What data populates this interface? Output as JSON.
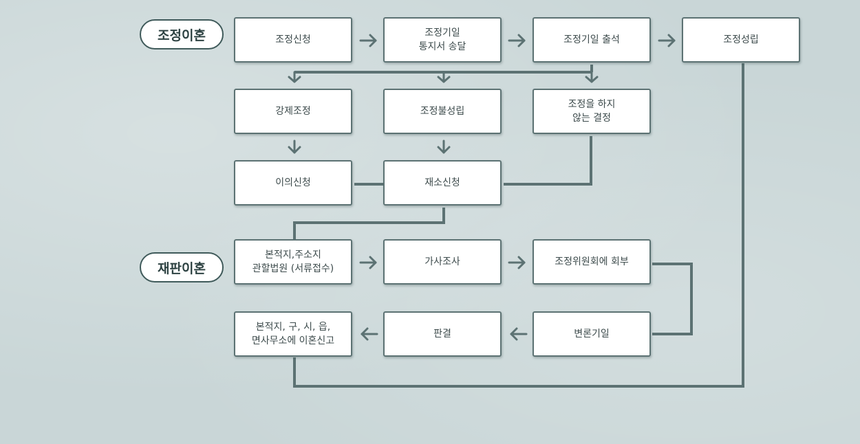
{
  "sections": {
    "mediation_divorce": "조정이혼",
    "trial_divorce": "재판이혼"
  },
  "steps": {
    "mediation_application": "조정신청",
    "mediation_date_notice": "조정기일\n통지서 송달",
    "mediation_date_attendance": "조정기일 출석",
    "mediation_success": "조정성립",
    "compulsory_mediation": "강제조정",
    "mediation_failure": "조정불성립",
    "no_mediation_decision": "조정을 하지\n않는 결정",
    "objection_application": "이의신청",
    "lawsuit_filing": "재소신청",
    "court_filing": "본적지,주소지\n관할법원 (서류접수)",
    "family_investigation": "가사조사",
    "mediation_committee_referral": "조정위원회에 회부",
    "hearing_date": "변론기일",
    "judgment": "판결",
    "divorce_report": "본적지, 구, 시, 읍,\n면사무소에 이혼신고"
  },
  "colors": {
    "background": "#c9d6d7",
    "connector": "#5c7273",
    "box_border": "#5c7273",
    "pill_border": "#3f5a5a",
    "text": "#3d4b4c"
  }
}
